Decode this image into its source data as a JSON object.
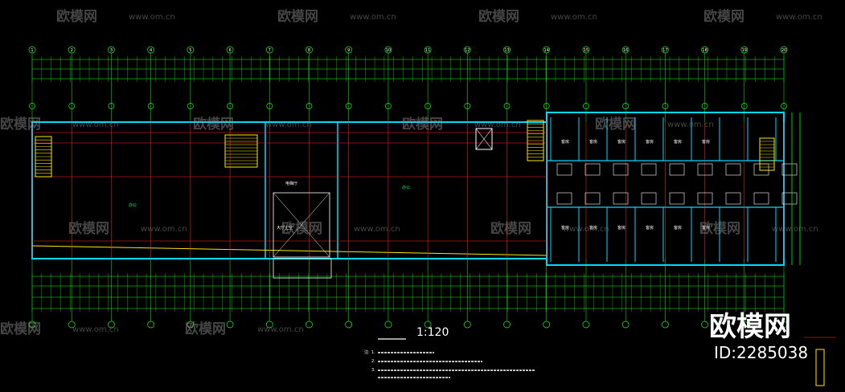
{
  "watermark": {
    "brand": "欧模网",
    "url": "www.om.cn",
    "id_text": "ID:2285038"
  },
  "drawing": {
    "scale_label": "1:120",
    "colors": {
      "wall": "#00d9ff",
      "axis": "#ff2a2a",
      "dimension": "#00ff00",
      "text": "#ffff00",
      "room_label": "#00ff66",
      "line": "#ffffff",
      "stair": "#ffe600",
      "watermark": "#9a9a9a"
    },
    "grid_ids_top": [
      "1",
      "2",
      "3",
      "4",
      "5",
      "6",
      "7",
      "8",
      "9",
      "10",
      "11",
      "12",
      "13",
      "14",
      "15",
      "16",
      "17",
      "18",
      "19",
      "20"
    ],
    "rooms": [
      {
        "name": "办公"
      },
      {
        "name": "办公"
      },
      {
        "name": "大厅上空"
      },
      {
        "name": "电梯厅"
      },
      {
        "name": "客房"
      },
      {
        "name": "客房"
      },
      {
        "name": "客房"
      },
      {
        "name": "客房"
      },
      {
        "name": "客房"
      },
      {
        "name": "客房"
      },
      {
        "name": "客房"
      },
      {
        "name": "客房"
      },
      {
        "name": "客房"
      },
      {
        "name": "客房"
      },
      {
        "name": "客房"
      },
      {
        "name": "客房"
      }
    ],
    "notes": [
      "注:",
      "1.",
      "2.",
      "3."
    ]
  }
}
